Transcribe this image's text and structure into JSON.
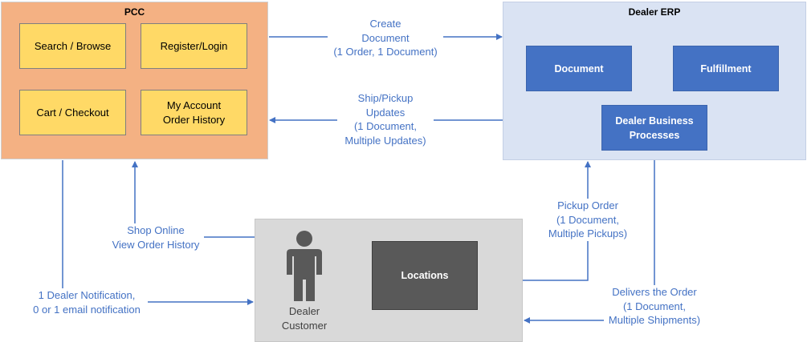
{
  "pcc": {
    "title": "PCC",
    "search_browse": "Search / Browse",
    "register_login": "Register/Login",
    "cart_checkout": "Cart / Checkout",
    "my_account": "My Account\nOrder History"
  },
  "erp": {
    "title": "Dealer ERP",
    "document": "Document",
    "fulfillment": "Fulfillment",
    "business_processes": "Dealer Business\nProcesses"
  },
  "customer_area": {
    "person_label": "Dealer\nCustomer",
    "locations": "Locations"
  },
  "flows": {
    "create_document": "Create\nDocument\n(1 Order, 1 Document)",
    "ship_pickup_updates": "Ship/Pickup\nUpdates\n(1 Document,\nMultiple Updates)",
    "shop_online": "Shop Online\nView Order History",
    "dealer_notification": "1 Dealer Notification,\n0 or 1 email notification",
    "pickup_order": "Pickup Order\n(1 Document,\nMultiple Pickups)",
    "delivers_order": "Delivers the Order\n(1 Document,\nMultiple Shipments)"
  },
  "colors": {
    "connector": "#4472c4",
    "pcc_fill": "#f4b183",
    "erp_fill": "#dae3f3",
    "customer_fill": "#d9d9d9",
    "yellow_box": "#ffd966",
    "blue_box": "#4472c4",
    "locations_box": "#595959"
  },
  "icons": {
    "person": "person-icon"
  }
}
